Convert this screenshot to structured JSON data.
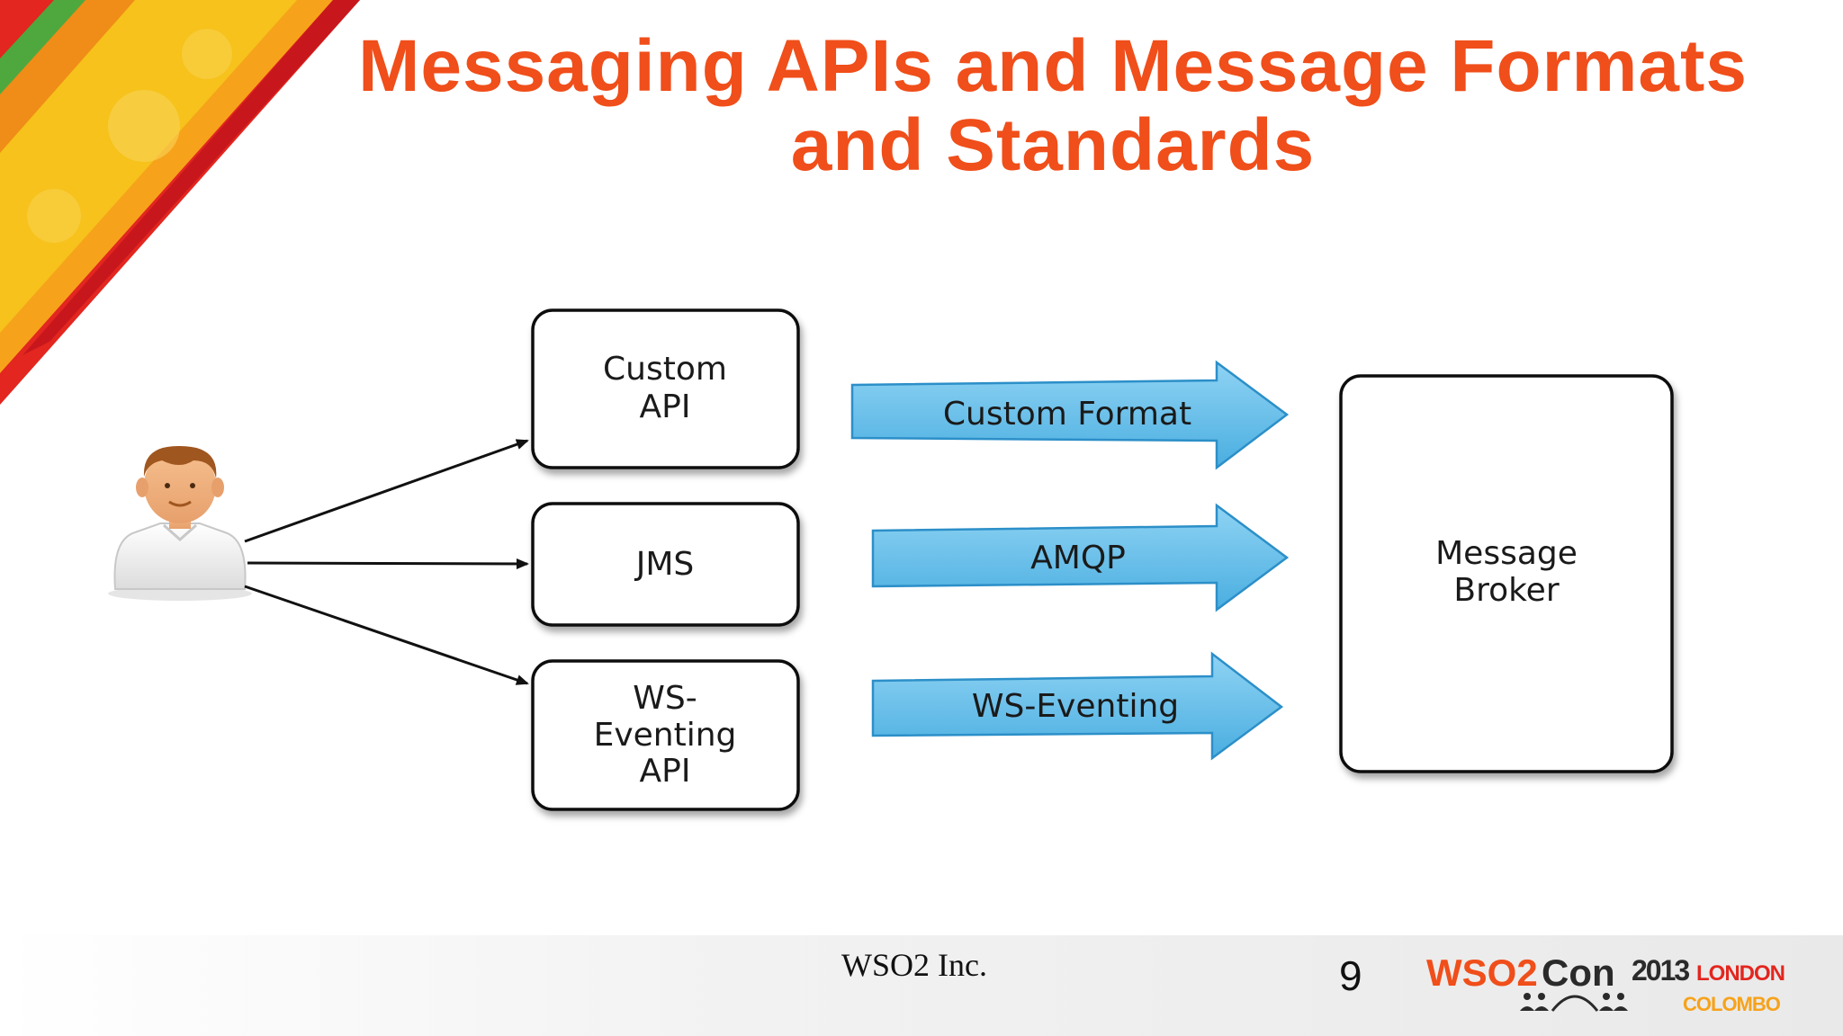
{
  "slide": {
    "title": "Messaging APIs and Message Formats and Standards",
    "footer_org": "WSO2 Inc.",
    "page_number": "9"
  },
  "diagram": {
    "user_icon": "user-avatar-icon",
    "apis": [
      {
        "label_lines": [
          "Custom",
          "API"
        ]
      },
      {
        "label_lines": [
          "JMS"
        ]
      },
      {
        "label_lines": [
          "WS-",
          "Eventing",
          "API"
        ]
      }
    ],
    "formats": [
      {
        "label": "Custom Format"
      },
      {
        "label": "AMQP"
      },
      {
        "label": "WS-Eventing"
      }
    ],
    "broker": {
      "label_lines": [
        "Message",
        "Broker"
      ]
    }
  },
  "logo": {
    "wso2": "WSO2",
    "con": "Con",
    "year": "2013",
    "city1": "LONDON",
    "city2": "COLOMBO"
  },
  "colors": {
    "title": "#f04e1a",
    "arrow_fill": "#5bb8e6",
    "arrow_stroke": "#2c8fc8",
    "corner_red": "#e3261f",
    "corner_yellow": "#f6c21b",
    "corner_green": "#4fa83d"
  }
}
